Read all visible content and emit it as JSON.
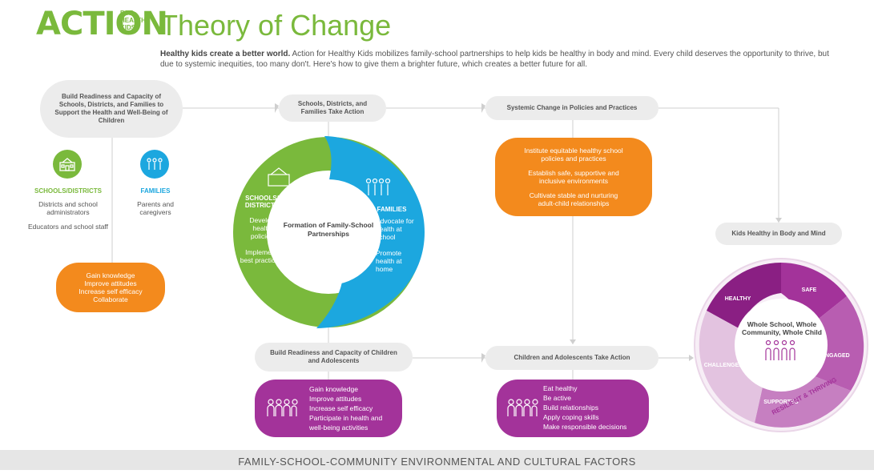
{
  "header": {
    "logo_main": "ACTION",
    "logo_sub": "FOR HEALTHY KIDS",
    "title": "Theory of Change",
    "intro_bold": "Healthy kids create a better world.",
    "intro_rest": " Action for Healthy Kids mobilizes family-school partnerships to help kids be healthy in body and mind. Every child deserves the opportunity to thrive, but due to systemic inequities, too many don't. Here's how to give them a brighter future, which creates a better future for all."
  },
  "step1": {
    "title": "Build Readiness and Capacity of Schools, Districts, and Families to Support the Health and Well-Being of Children",
    "schools_label": "SCHOOLS/DISTRICTS",
    "schools_items": [
      "Districts and school administrators",
      "Educators and school staff"
    ],
    "families_label": "FAMILIES",
    "families_items": [
      "Parents and caregivers"
    ],
    "outcomes": [
      "Gain knowledge",
      "Improve attitudes",
      "Increase self efficacy",
      "Collaborate"
    ]
  },
  "step2": {
    "title": "Schools, Districts, and Families Take Action",
    "center": "Formation of Family-School Partnerships",
    "schools_label": "SCHOOLS/ DISTRICTS",
    "schools_items": [
      "Develop health policies",
      "Implement best practices"
    ],
    "families_label": "FAMILIES",
    "families_items": [
      "Advocate for health at school",
      "Promote health at home"
    ]
  },
  "step3": {
    "title": "Systemic Change in Policies and Practices",
    "items": [
      "Institute equitable healthy school policies and practices",
      "Establish safe, supportive and inclusive environments",
      "Cultivate stable and nurturing adult-child relationships"
    ]
  },
  "step4": {
    "title": "Build Readiness and Capacity of Children and Adolescents",
    "items": [
      "Gain knowledge",
      "Improve attitudes",
      "Increase self efficacy",
      "Participate in health and well-being activities"
    ]
  },
  "step5": {
    "title": "Children and Adolescents Take Action",
    "items": [
      "Eat healthy",
      "Be active",
      "Build relationships",
      "Apply coping skills",
      "Make responsible decisions"
    ]
  },
  "step6": {
    "title": "Kids Healthy in Body and Mind",
    "center": "Whole School, Whole Community, Whole Child",
    "segments": [
      "HEALTHY",
      "SAFE",
      "ENGAGED",
      "SUPPORTED",
      "CHALLENGED"
    ],
    "arc_label": "RESILIENT & THRIVING"
  },
  "footer": "FAMILY-SCHOOL-COMMUNITY ENVIRONMENTAL AND CULTURAL FACTORS",
  "colors": {
    "green": "#7ab93c",
    "blue": "#1ca7df",
    "orange": "#f38a1d",
    "purple": "#a3339a",
    "gray": "#ececec"
  }
}
